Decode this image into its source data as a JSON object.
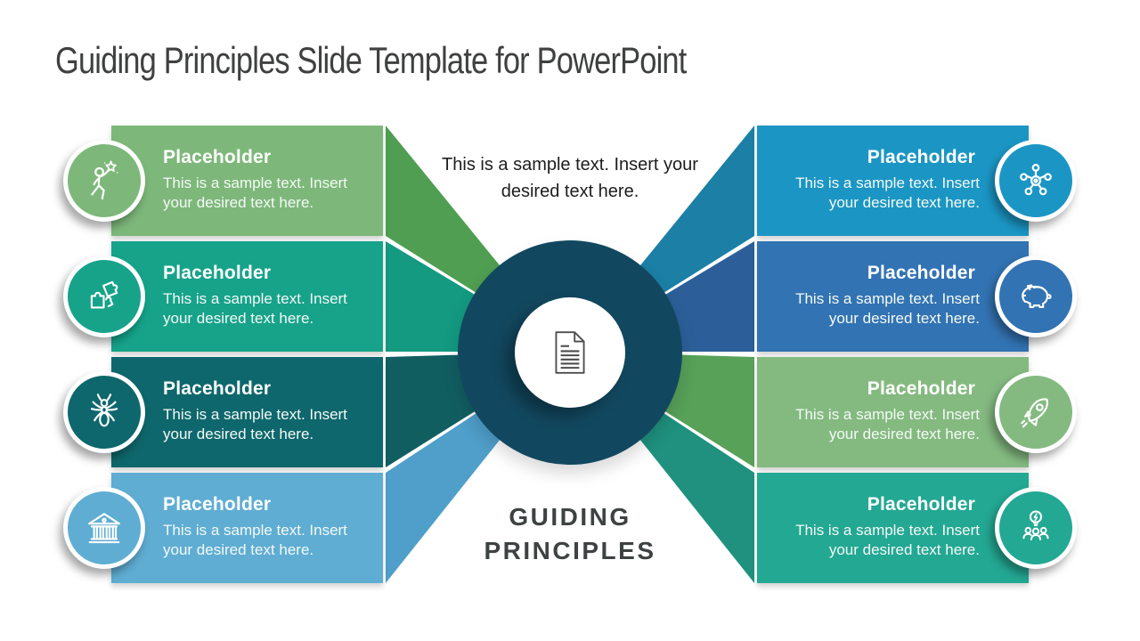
{
  "slide": {
    "title": "Guiding Principles Slide Template for PowerPoint",
    "center": {
      "top_text": "This is a sample text. Insert your desired text here.",
      "label": "GUIDING PRINCIPLES",
      "icon": "document-icon",
      "circle_color": "#12485f",
      "inner_circle_color": "#ffffff",
      "document_icon_color": "#4d4d4d"
    },
    "items": [
      {
        "side": "left",
        "icon": "person-star-icon",
        "title": "Placeholder",
        "body": "This is a sample text. Insert your desired text here.",
        "box_color": "#7db87a",
        "band_color": "#4f9e51"
      },
      {
        "side": "left",
        "icon": "puzzle-icon",
        "title": "Placeholder",
        "body": "This is a sample text. Insert your desired text here.",
        "box_color": "#16a38a",
        "band_color": "#139a80"
      },
      {
        "side": "left",
        "icon": "ant-icon",
        "title": "Placeholder",
        "body": "This is a sample text. Insert your desired text here.",
        "box_color": "#0e676c",
        "band_color": "#115e61"
      },
      {
        "side": "left",
        "icon": "bank-icon",
        "title": "Placeholder",
        "body": "This is a sample text. Insert your desired text here.",
        "box_color": "#5fadd3",
        "band_color": "#4f9fca"
      },
      {
        "side": "right",
        "icon": "network-icon",
        "title": "Placeholder",
        "body": "This is a sample text. Insert your desired text here.",
        "box_color": "#1b96c4",
        "band_color": "#1b7fa6"
      },
      {
        "side": "right",
        "icon": "piggy-bank-icon",
        "title": "Placeholder",
        "body": "This is a sample text. Insert your desired text here.",
        "box_color": "#3273b3",
        "band_color": "#2c5f99"
      },
      {
        "side": "right",
        "icon": "rocket-icon",
        "title": "Placeholder",
        "body": "This is a sample text. Insert your desired text here.",
        "box_color": "#84ba80",
        "band_color": "#57a158"
      },
      {
        "side": "right",
        "icon": "team-idea-icon",
        "title": "Placeholder",
        "body": "This is a sample text. Insert your desired text here.",
        "box_color": "#23a893",
        "band_color": "#1f917e"
      }
    ]
  }
}
